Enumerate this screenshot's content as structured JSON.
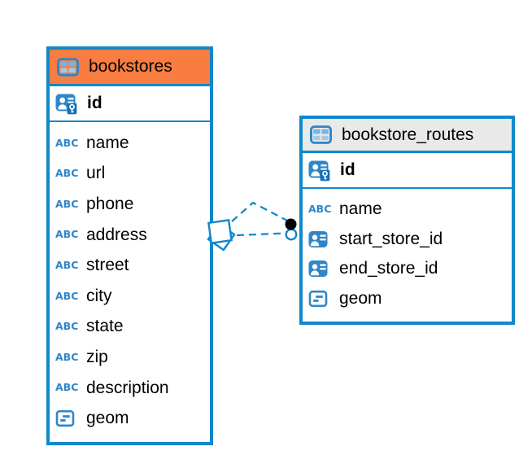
{
  "colors": {
    "accent_blue": "#1188cc",
    "icon_blue": "#2f86c8",
    "icon_cell_blue": "#79b4e0",
    "icon_cell_blue_light": "#a3c9e8",
    "key_badge_blue": "#1671b8",
    "bookstores_header_orange": "#f97c40",
    "routes_header_gray": "#e9e9e9",
    "endpoint_black": "#000000",
    "text_black": "#000000",
    "canvas_white": "#ffffff"
  },
  "icons": {
    "text_type_label": "ABC"
  },
  "tables": [
    {
      "title": "bookstores",
      "primary_key": {
        "name": "id",
        "icon": "person-key-icon"
      },
      "columns": [
        {
          "name": "name",
          "icon": "abc-text-icon"
        },
        {
          "name": "url",
          "icon": "abc-text-icon"
        },
        {
          "name": "phone",
          "icon": "abc-text-icon"
        },
        {
          "name": "address",
          "icon": "abc-text-icon"
        },
        {
          "name": "street",
          "icon": "abc-text-icon"
        },
        {
          "name": "city",
          "icon": "abc-text-icon"
        },
        {
          "name": "state",
          "icon": "abc-text-icon"
        },
        {
          "name": "zip",
          "icon": "abc-text-icon"
        },
        {
          "name": "description",
          "icon": "abc-text-icon"
        },
        {
          "name": "geom",
          "icon": "geometry-icon"
        }
      ]
    },
    {
      "title": "bookstore_routes",
      "primary_key": {
        "name": "id",
        "icon": "person-key-icon"
      },
      "columns": [
        {
          "name": "name",
          "icon": "abc-text-icon"
        },
        {
          "name": "start_store_id",
          "icon": "person-reference-icon"
        },
        {
          "name": "end_store_id",
          "icon": "person-reference-icon"
        },
        {
          "name": "geom",
          "icon": "geometry-icon"
        }
      ]
    }
  ],
  "relationship": {
    "from_table": "bookstores",
    "to_table": "bookstore_routes",
    "style": "dashed"
  }
}
